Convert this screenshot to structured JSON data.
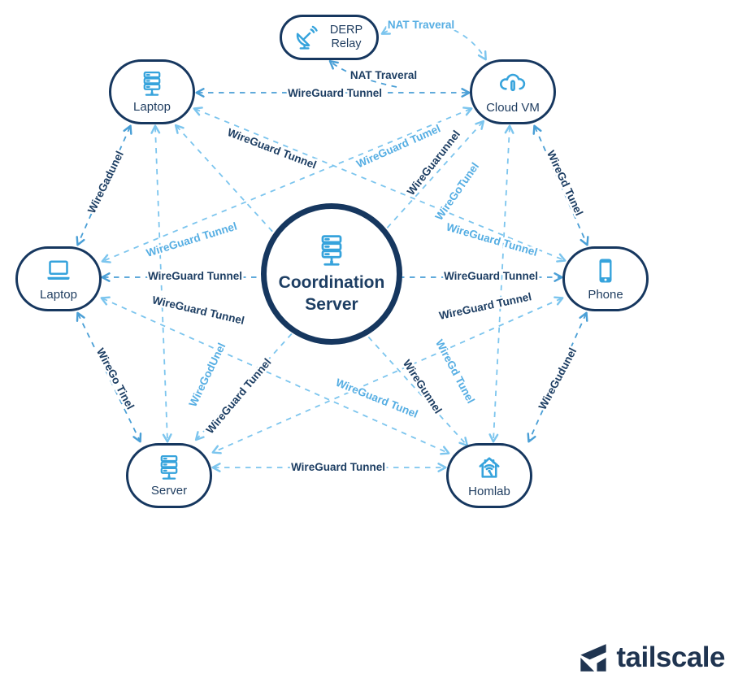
{
  "diagram": {
    "center": {
      "label": "Coordination Server"
    },
    "nodes": [
      {
        "id": "derp-relay",
        "label": "DERP Relay",
        "icon": "satellite-icon"
      },
      {
        "id": "laptop-top",
        "label": "Laptop",
        "icon": "server-stack-icon"
      },
      {
        "id": "cloud-vm",
        "label": "Cloud VM",
        "icon": "cloud-icon"
      },
      {
        "id": "laptop-left",
        "label": "Laptop",
        "icon": "laptop-icon"
      },
      {
        "id": "phone",
        "label": "Phone",
        "icon": "phone-icon"
      },
      {
        "id": "server",
        "label": "Server",
        "icon": "server-stack-icon"
      },
      {
        "id": "homelab",
        "label": "Homlab",
        "icon": "house-wifi-icon"
      }
    ],
    "edge_labels": [
      {
        "text": "NAT Traveral",
        "color": "light"
      },
      {
        "text": "NAT Traveral",
        "color": "navy"
      },
      {
        "text": "WireGuard Tunnel",
        "color": "navy"
      },
      {
        "text": "WireGuard Tunnel",
        "color": "navy"
      },
      {
        "text": "WireGuard Tumel",
        "color": "light"
      },
      {
        "text": "WireGuarunnel",
        "color": "navy"
      },
      {
        "text": "WireGoTunel",
        "color": "light"
      },
      {
        "text": "WireGadunel",
        "color": "navy"
      },
      {
        "text": "WireGd Tunel",
        "color": "navy"
      },
      {
        "text": "WireGuard Tunnel",
        "color": "light"
      },
      {
        "text": "WireGuard Tunnel",
        "color": "navy"
      },
      {
        "text": "WireGuard Tunnel",
        "color": "navy"
      },
      {
        "text": "WireGuard Tunnel",
        "color": "light"
      },
      {
        "text": "WireGuard Tunnel",
        "color": "navy"
      },
      {
        "text": "WireGuard Tunnel",
        "color": "navy"
      },
      {
        "text": "WireGo Tinel",
        "color": "navy"
      },
      {
        "text": "WireGudunel",
        "color": "navy"
      },
      {
        "text": "WireGodUnel",
        "color": "light"
      },
      {
        "text": "WireGuard Tunnel",
        "color": "navy"
      },
      {
        "text": "WireGuard Tunel",
        "color": "light"
      },
      {
        "text": "WireGunnel",
        "color": "navy"
      },
      {
        "text": "WireGd Tunel",
        "color": "light"
      },
      {
        "text": "WireGuard Tunnel",
        "color": "navy"
      }
    ]
  },
  "branding": {
    "wordmark": "tailscale"
  },
  "colors": {
    "label_navy": "#1d3e63",
    "label_light": "#56aee3",
    "line_light": "#7cc5ee",
    "line_medium": "#4a9fd6",
    "node_border": "#16375f",
    "icon_blue": "#36a3dc",
    "logo_navy": "#1f3450"
  }
}
